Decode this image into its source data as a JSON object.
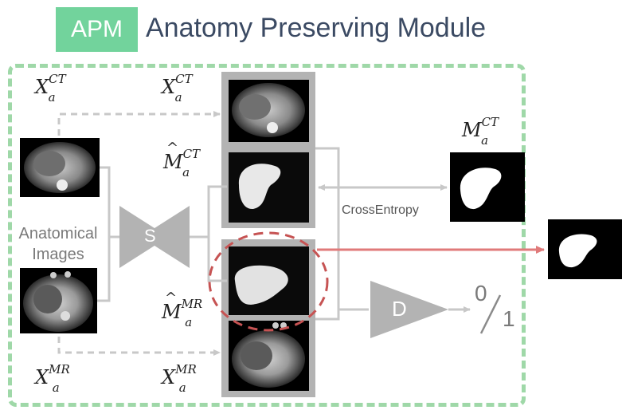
{
  "header": {
    "badge": "APM",
    "title": "Anatomy Preserving Module"
  },
  "labels": {
    "x_ct_left": {
      "base": "X",
      "sub": "a",
      "sup": "CT"
    },
    "x_ct_top": {
      "base": "X",
      "sub": "a",
      "sup": "CT"
    },
    "m_hat_ct": {
      "base": "M",
      "sub": "a",
      "sup": "CT"
    },
    "m_ct": {
      "base": "M",
      "sub": "a",
      "sup": "CT"
    },
    "m_hat_mr": {
      "base": "M",
      "sub": "a",
      "sup": "MR"
    },
    "x_mr_left": {
      "base": "X",
      "sub": "a",
      "sup": "MR"
    },
    "x_mr_bottom": {
      "base": "X",
      "sub": "a",
      "sup": "MR"
    },
    "anatomical_images": "Anatomical\nImages",
    "cross_entropy": "CrossEntropy",
    "segmenter": "S",
    "discriminator": "D",
    "output_zero": "0",
    "output_one": "1"
  },
  "colors": {
    "badge": "#72d39c",
    "title": "#3b4a63",
    "frame": "#9fd8a8",
    "arrow": "#c8c8c8",
    "highlight": "#c65353",
    "block": "#b3b3b3"
  }
}
